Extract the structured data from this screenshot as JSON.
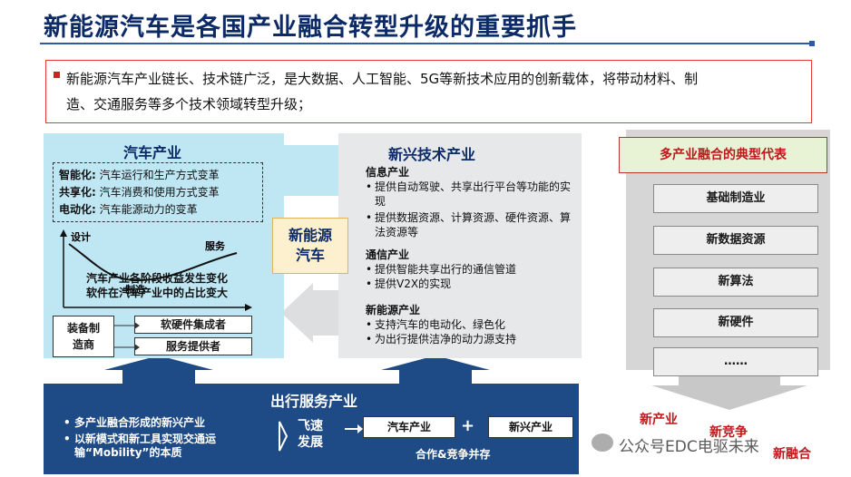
{
  "title": "新能源汽车是各国产业融合转型升级的重要抓手",
  "intro": {
    "line1": "新能源汽车产业链长、技术链广泛，是大数据、人工智能、5G等新技术应用的创新载体，将带动材料、制",
    "line2": "造、交通服务等多个技术领域转型升级；"
  },
  "auto": {
    "title": "汽车产业",
    "lines": [
      {
        "key": "智能化:",
        "text": "汽车运行和生产方式变革"
      },
      {
        "key": "共享化:",
        "text": "汽车消费和使用方式变革"
      },
      {
        "key": "电动化:",
        "text": "汽车能源动力的变革"
      }
    ],
    "curve_labels": {
      "design": "设计",
      "manufacture": "制造",
      "service": "服务"
    },
    "caption1": "汽车产业各阶段收益发生变化",
    "caption2": "软件在汽车产业中的占比变大",
    "equipment": "装备制造商",
    "equipment_line1": "装备制",
    "equipment_line2": "造商",
    "box1": "软硬件集成者",
    "box2": "服务提供者"
  },
  "nev": {
    "line1": "新能源",
    "line2": "汽车"
  },
  "emerging": {
    "title": "新兴技术产业",
    "info_title": "信息产业",
    "info_items": [
      "提供自动驾驶、共享出行平台等功能的实现",
      "提供数据资源、计算资源、硬件资源、算法资源等"
    ],
    "comm_title": "通信产业",
    "comm_items": [
      "提供智能共享出行的通信管道",
      "提供V2X的实现"
    ],
    "energy_title": "新能源产业",
    "energy_items": [
      "支持汽车的电动化、绿色化",
      "为出行提供洁净的动力源支持"
    ]
  },
  "mobility": {
    "title": "出行服务产业",
    "items": [
      "多产业融合形成的新兴产业",
      "以新模式和新工具实现交通运输“Mobility”的本质"
    ],
    "fast_line1": "飞速",
    "fast_line2": "发展",
    "box_auto": "汽车产业",
    "plus": "+",
    "box_emerging": "新兴产业",
    "coop": "合作&竞争并存"
  },
  "rep": {
    "head": "多产业融合的典型代表",
    "items": [
      "基础制造业",
      "新数据资源",
      "新算法",
      "新硬件",
      "……"
    ]
  },
  "bottom_right": {
    "new_industry": "新产业",
    "new_competition": "新竞争",
    "new_fusion": "新融合"
  },
  "watermark": "公众号EDC电驱未来",
  "colors": {
    "title": "#0b2a66",
    "accent_red": "#c0171b",
    "mobility_bg": "#1e4a86",
    "auto_bg": "#bfe6f3"
  }
}
